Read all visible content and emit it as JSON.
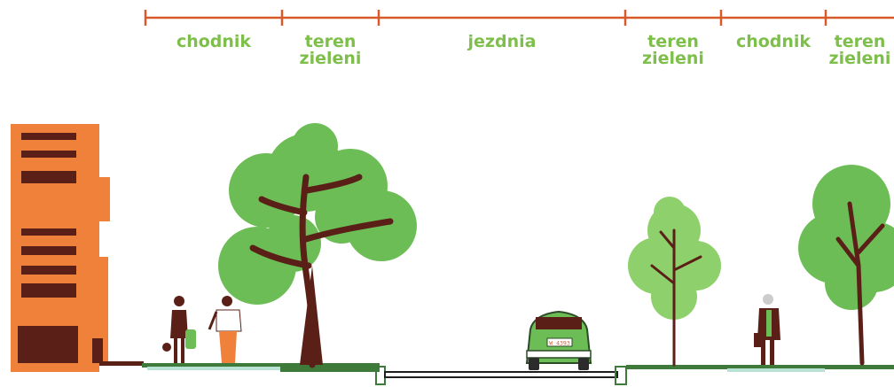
{
  "dimension_line": {
    "color": "#d85a2a"
  },
  "zones": [
    {
      "id": "chodnik-left",
      "line1": "chodnik",
      "line2": ""
    },
    {
      "id": "zielen-left",
      "line1": "teren",
      "line2": "zieleni"
    },
    {
      "id": "jezdnia",
      "line1": "jezdnia",
      "line2": ""
    },
    {
      "id": "zielen-mid",
      "line1": "teren",
      "line2": "zieleni"
    },
    {
      "id": "chodnik-right",
      "line1": "chodnik",
      "line2": ""
    },
    {
      "id": "zielen-right",
      "line1": "teren",
      "line2": "zieleni"
    }
  ],
  "car": {
    "plate": "W 4393"
  },
  "colors": {
    "label": "#7dbf4a",
    "building": "#f0813a",
    "building_windows": "#5a1f16",
    "foliage": "#6cbd55",
    "foliage_light": "#8ed06b",
    "trunk": "#5a2018",
    "car": "#6cbd55",
    "curb": "#3e7a3a"
  }
}
